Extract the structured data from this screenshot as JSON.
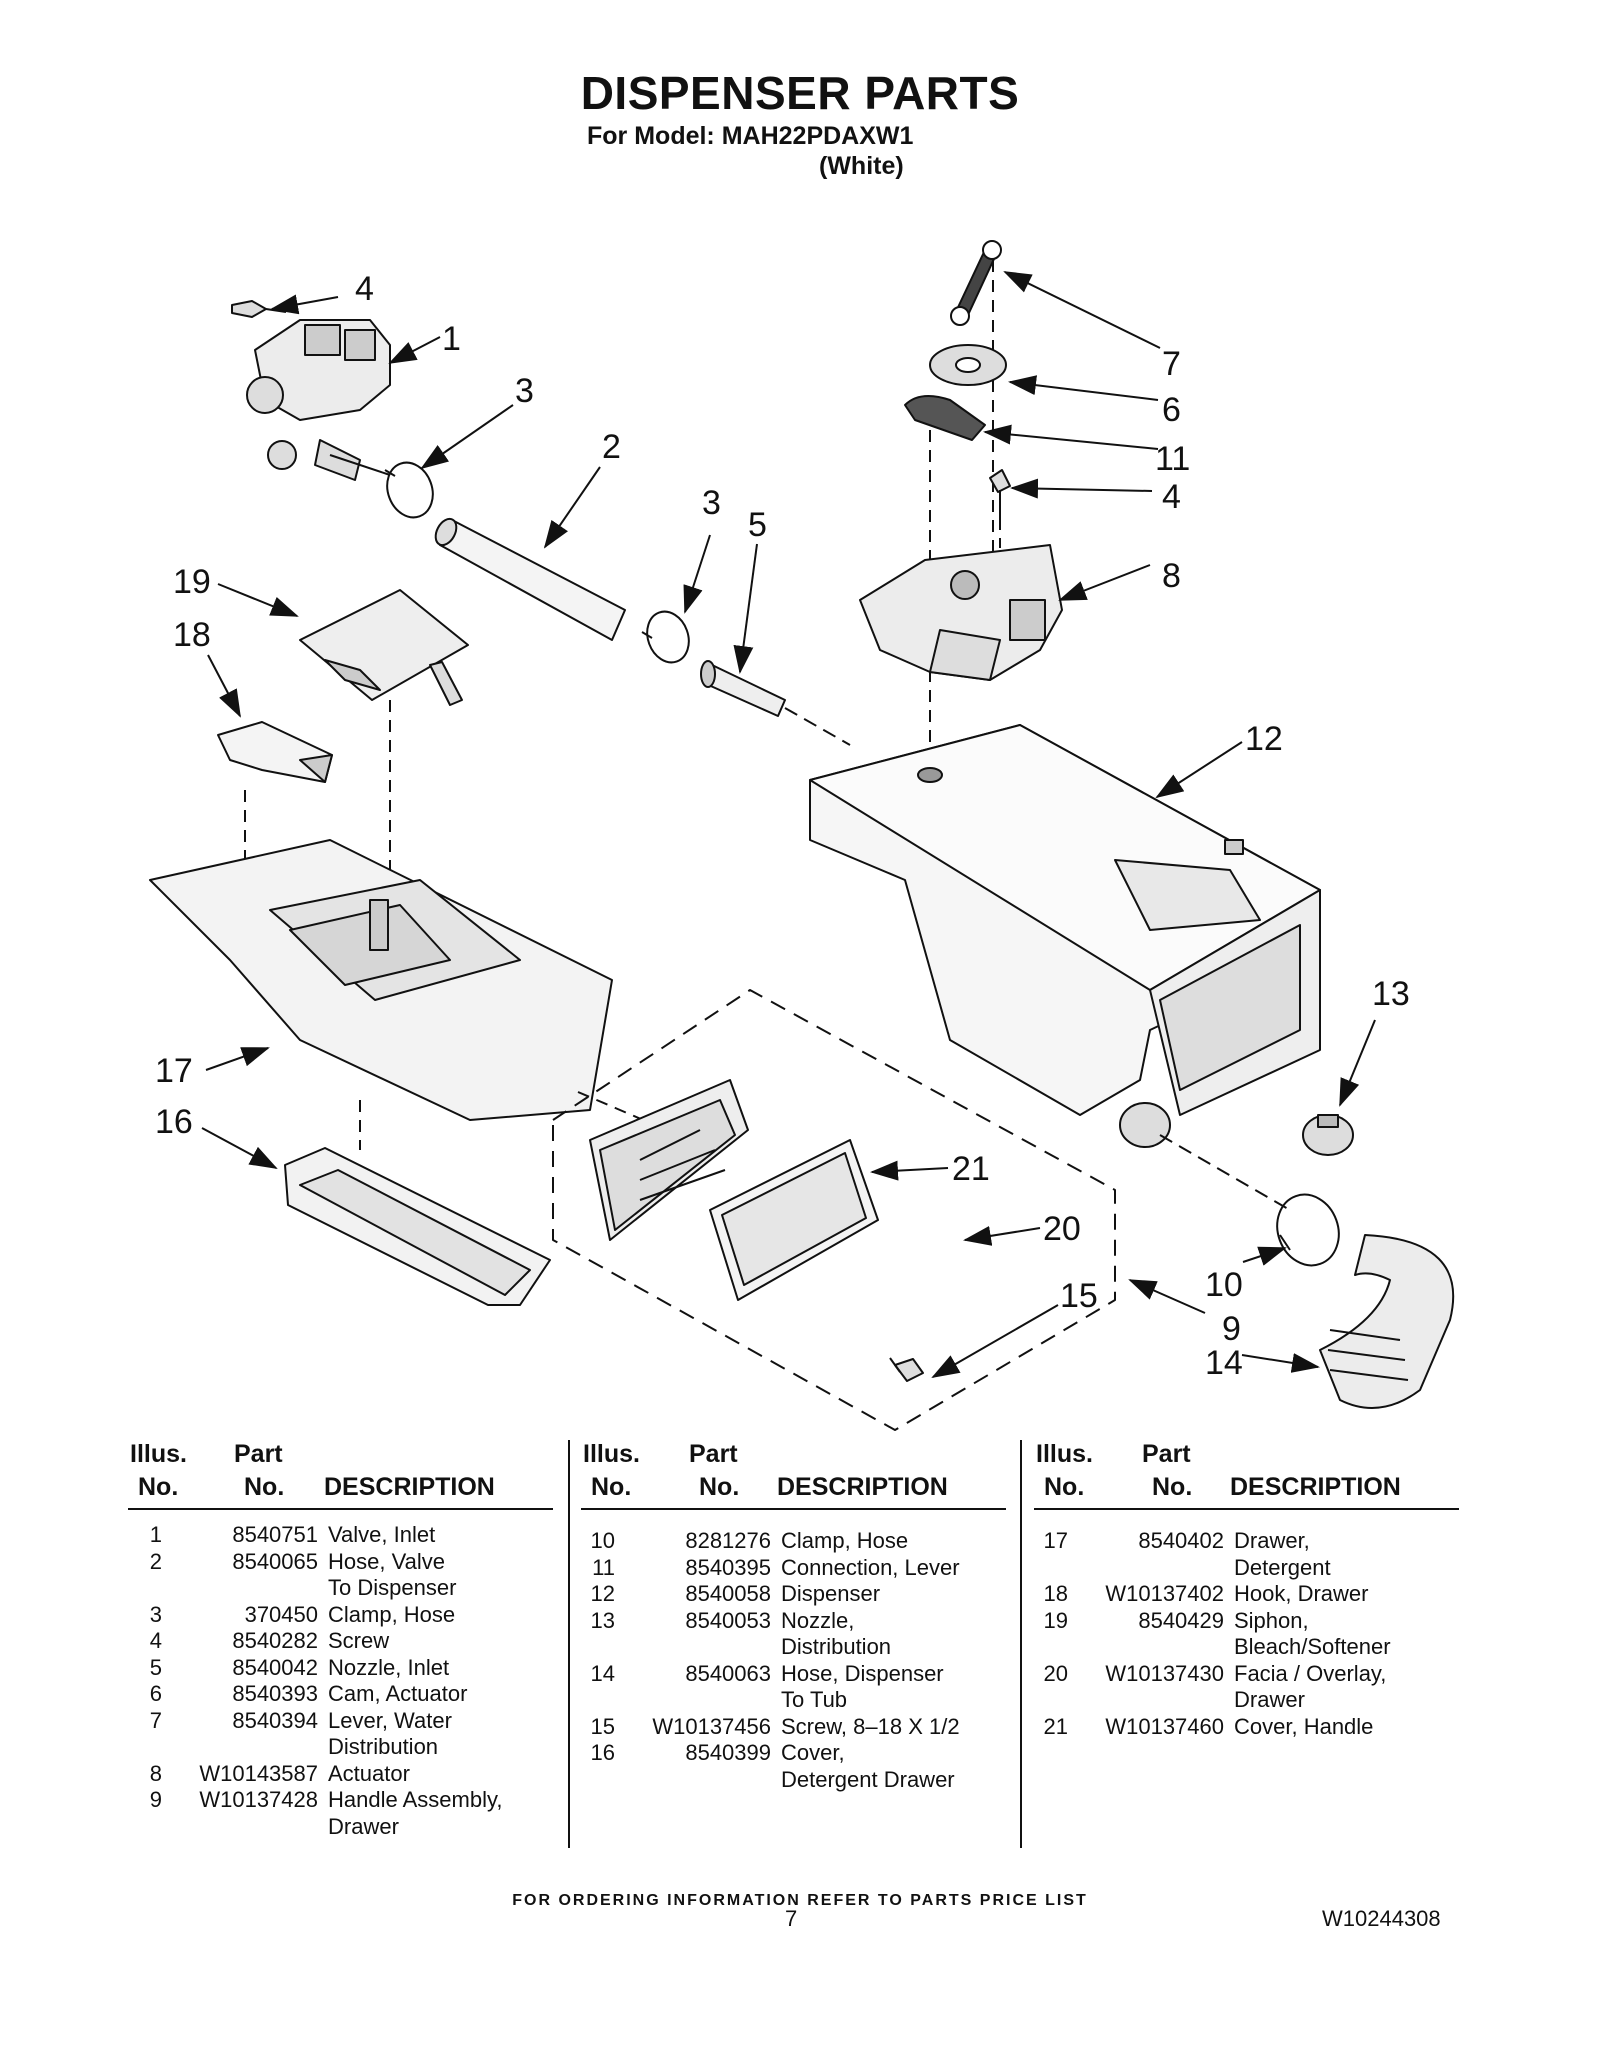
{
  "header": {
    "title": "DISPENSER PARTS",
    "model_line": "For Model: MAH22PDAXW1",
    "color_line": "(White)"
  },
  "callouts": [
    "4",
    "1",
    "3",
    "2",
    "3",
    "5",
    "7",
    "6",
    "11",
    "4",
    "8",
    "19",
    "18",
    "12",
    "13",
    "17",
    "16",
    "21",
    "20",
    "15",
    "10",
    "9",
    "14"
  ],
  "table": {
    "headers": {
      "illus_1": "Illus.",
      "illus_2": "No.",
      "part_1": "Part",
      "part_2": "No.",
      "description": "DESCRIPTION"
    },
    "columns": [
      [
        {
          "no": "1",
          "part": "8540751",
          "desc": [
            "Valve, Inlet"
          ]
        },
        {
          "no": "2",
          "part": "8540065",
          "desc": [
            "Hose, Valve",
            "To Dispenser"
          ]
        },
        {
          "no": "3",
          "part": "370450",
          "desc": [
            "Clamp, Hose"
          ]
        },
        {
          "no": "4",
          "part": "8540282",
          "desc": [
            "Screw"
          ]
        },
        {
          "no": "5",
          "part": "8540042",
          "desc": [
            "Nozzle, Inlet"
          ]
        },
        {
          "no": "6",
          "part": "8540393",
          "desc": [
            "Cam, Actuator"
          ]
        },
        {
          "no": "7",
          "part": "8540394",
          "desc": [
            "Lever, Water",
            "Distribution"
          ]
        },
        {
          "no": "8",
          "part": "W10143587",
          "desc": [
            "Actuator"
          ]
        },
        {
          "no": "9",
          "part": "W10137428",
          "desc": [
            "Handle Assembly,",
            "Drawer"
          ]
        }
      ],
      [
        {
          "no": "10",
          "part": "8281276",
          "desc": [
            "Clamp, Hose"
          ]
        },
        {
          "no": "11",
          "part": "8540395",
          "desc": [
            "Connection, Lever"
          ]
        },
        {
          "no": "12",
          "part": "8540058",
          "desc": [
            "Dispenser"
          ]
        },
        {
          "no": "13",
          "part": "8540053",
          "desc": [
            "Nozzle,",
            "Distribution"
          ]
        },
        {
          "no": "14",
          "part": "8540063",
          "desc": [
            "Hose, Dispenser",
            "To Tub"
          ]
        },
        {
          "no": "15",
          "part": "W10137456",
          "desc": [
            "Screw, 8–18 X 1/2"
          ]
        },
        {
          "no": "16",
          "part": "8540399",
          "desc": [
            "Cover,",
            "Detergent Drawer"
          ]
        }
      ],
      [
        {
          "no": "17",
          "part": "8540402",
          "desc": [
            "Drawer,",
            "Detergent"
          ]
        },
        {
          "no": "18",
          "part": "W10137402",
          "desc": [
            "Hook, Drawer"
          ]
        },
        {
          "no": "19",
          "part": "8540429",
          "desc": [
            "Siphon,",
            "Bleach/Softener"
          ]
        },
        {
          "no": "20",
          "part": "W10137430",
          "desc": [
            "Facia / Overlay,",
            "Drawer"
          ]
        },
        {
          "no": "21",
          "part": "W10137460",
          "desc": [
            "Cover, Handle"
          ]
        }
      ]
    ]
  },
  "footer": {
    "note": "FOR ORDERING INFORMATION REFER TO PARTS PRICE LIST",
    "page_number": "7",
    "doc_id": "W10244308"
  }
}
